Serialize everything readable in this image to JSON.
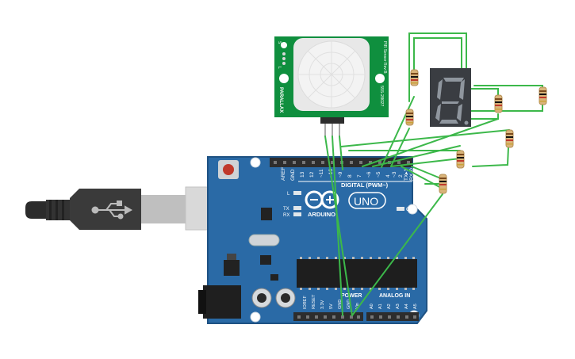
{
  "colors": {
    "board": "#2a6aa6",
    "board_dark": "#1f5283",
    "pcb_green": "#0f8f3e",
    "wire": "#3cb84a",
    "header": "#2d2d2d",
    "silk": "#ffffff",
    "display_body": "#3a3d42",
    "segment_off": "#555a60",
    "segment_on": "#8f969e"
  },
  "arduino": {
    "aref": "AREF",
    "gnd": "GND",
    "digital_nums": [
      "13",
      "12",
      "~11",
      "~10",
      "~9",
      "8",
      "7",
      "~6",
      "~5",
      "4",
      "~3",
      "2",
      "TX▸1",
      "RX◂0"
    ],
    "digital_label": "DIGITAL (PWM~)",
    "led_l": "L",
    "led_tx": "TX",
    "led_rx": "RX",
    "on_label": "ON",
    "brand": "ARDUINO",
    "model": "UNO",
    "power_label": "POWER",
    "analog_label": "ANALOG IN",
    "power_pins": [
      "IOREF",
      "RESET",
      "3.3V",
      "5V",
      "GND",
      "GND",
      "Vin"
    ],
    "analog_pins": [
      "A0",
      "A1",
      "A2",
      "A3",
      "A4",
      "A5"
    ]
  },
  "pir": {
    "brand": "PARALLAX",
    "model": "PIR Sensor Rev B",
    "part": "555-28027",
    "jumper_s": "S",
    "jumper_l": "L"
  },
  "display": {
    "digit": "8"
  },
  "icons": {
    "usb": "usb-icon"
  }
}
